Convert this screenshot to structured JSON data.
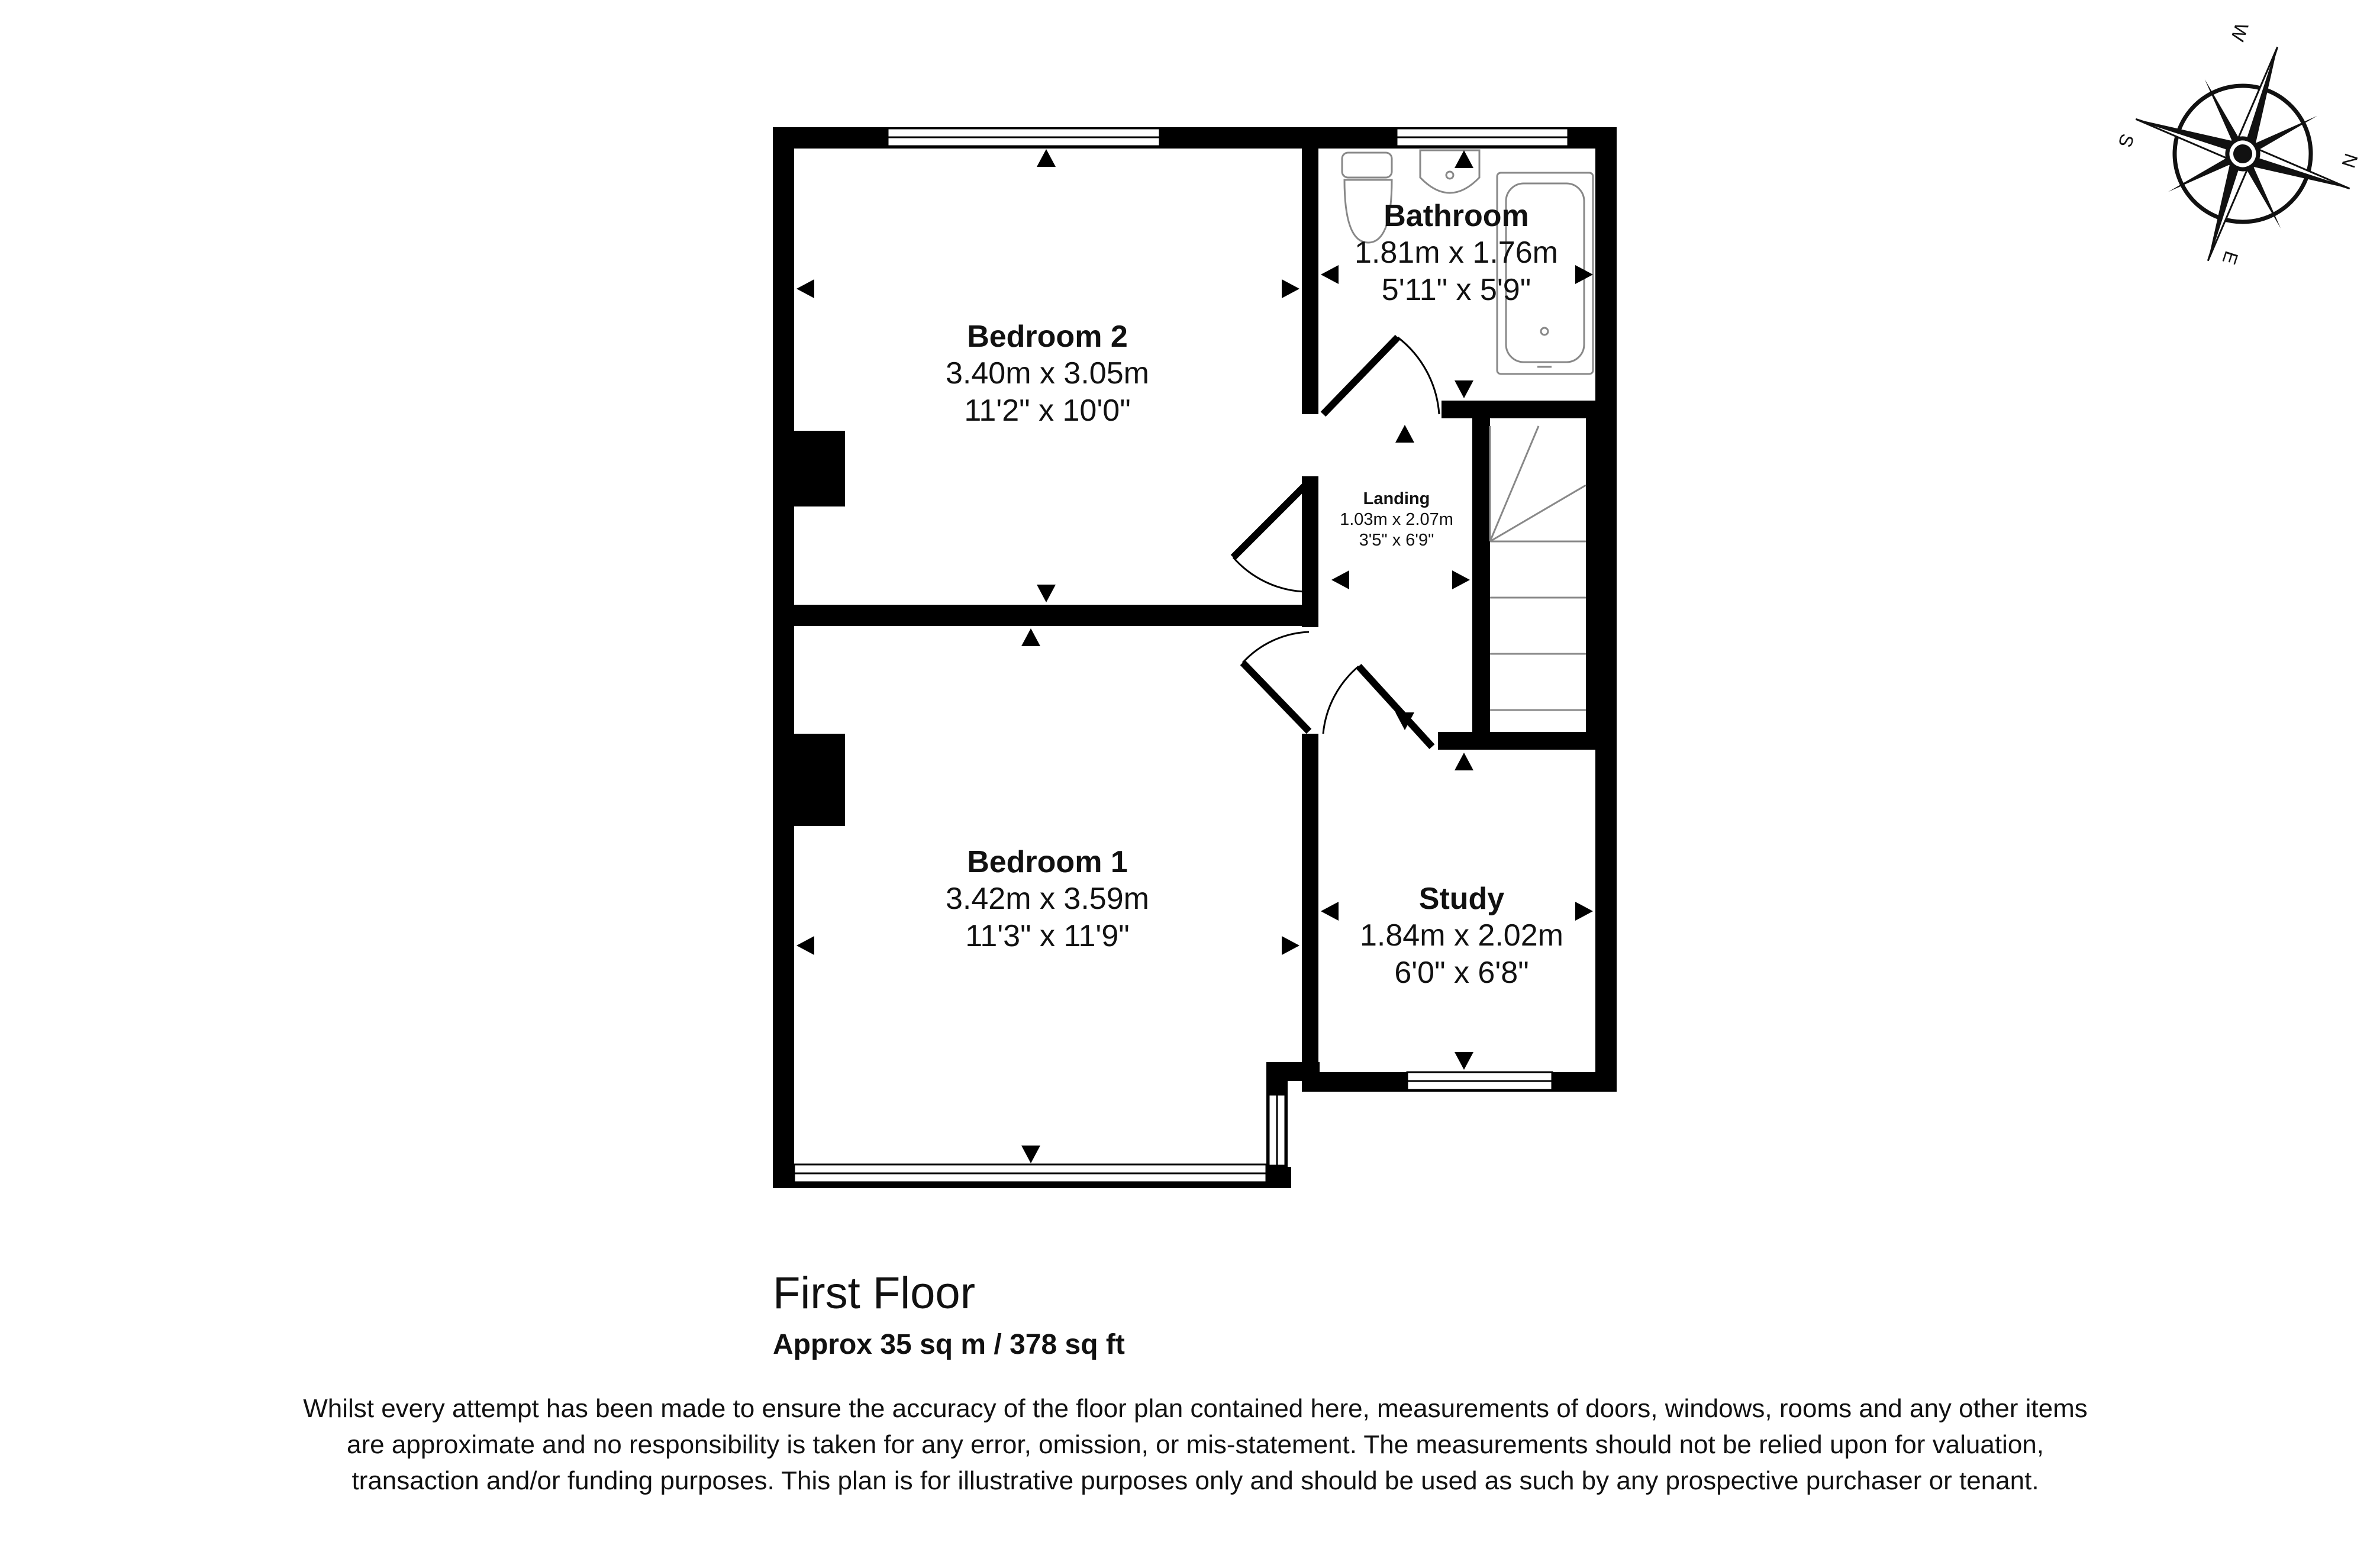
{
  "rooms": {
    "bedroom2": {
      "name": "Bedroom 2",
      "metric": "3.40m x 3.05m",
      "imperial": "11'2\" x 10'0\""
    },
    "bedroom1": {
      "name": "Bedroom 1",
      "metric": "3.42m x 3.59m",
      "imperial": "11'3\" x 11'9\""
    },
    "bathroom": {
      "name": "Bathroom",
      "metric": "1.81m x 1.76m",
      "imperial": "5'11\" x 5'9\""
    },
    "landing": {
      "name": "Landing",
      "metric": "1.03m x 2.07m",
      "imperial": "3'5\" x 6'9\""
    },
    "study": {
      "name": "Study",
      "metric": "1.84m x 2.02m",
      "imperial": "6'0\" x 6'8\""
    }
  },
  "floor": {
    "title": "First Floor",
    "area": "Approx 35 sq m / 378 sq ft"
  },
  "disclaimer": "Whilst every attempt has been made to ensure the accuracy of the floor plan contained here, measurements of doors, windows, rooms and any other items are approximate and no responsibility is taken for any error, omission, or mis-statement. The measurements should not be relied upon for valuation, transaction and/or funding purposes. This plan is for illustrative purposes only and should be used as such by any prospective purchaser or tenant.",
  "compass": {
    "n": "N",
    "e": "E",
    "s": "S",
    "w": "W"
  },
  "colors": {
    "wall": "#000000",
    "background": "#ffffff",
    "fixture": "#888888"
  }
}
